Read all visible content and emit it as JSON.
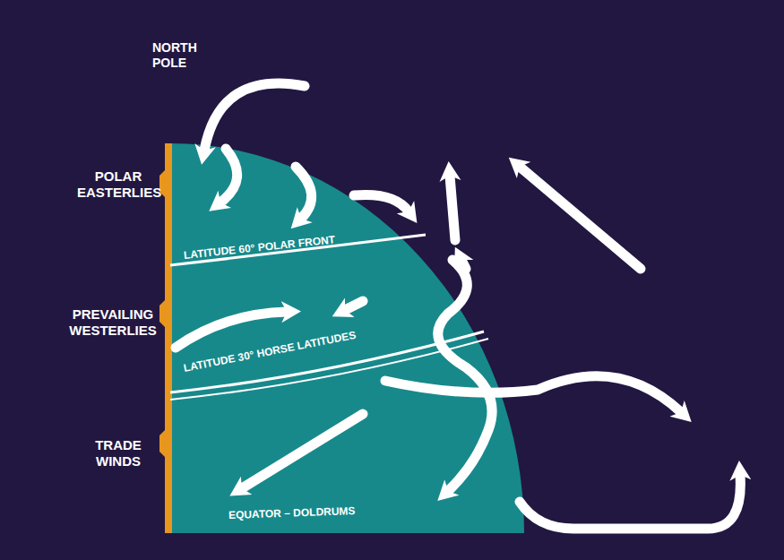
{
  "diagram": {
    "labels": [
      "NORTH POLE",
      "POLAR EASTERLIES",
      "LATITUDE 60° POLAR FRONT",
      "PREVAILING WESTERLIES",
      "LATITUDE 30° HORSE LATITUDES",
      "TRADE WINDS",
      "EQUATOR – DOLDRUMS"
    ]
  }
}
